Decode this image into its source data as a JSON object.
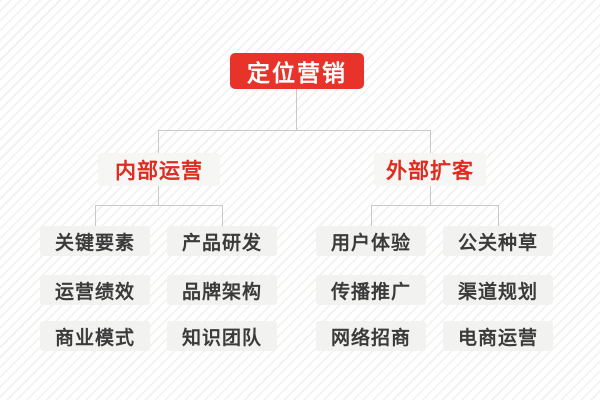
{
  "diagram": {
    "root": {
      "label": "定位营销"
    },
    "branches": [
      {
        "label": "内部运营",
        "children": [
          "关键要素",
          "产品研发",
          "运营绩效",
          "品牌架构",
          "商业模式",
          "知识团队"
        ]
      },
      {
        "label": "外部扩客",
        "children": [
          "用户体验",
          "公关种草",
          "传播推广",
          "渠道规划",
          "网络招商",
          "电商运营"
        ]
      }
    ],
    "colors": {
      "root_bg": "#e8332a",
      "root_text": "#ffffff",
      "branch_text": "#e02b20",
      "leaf_text": "#3b3b3b",
      "node_bg": "#f2f2f0",
      "connector": "#c9c9c9",
      "background_stripe": "#f0f0ee"
    }
  }
}
